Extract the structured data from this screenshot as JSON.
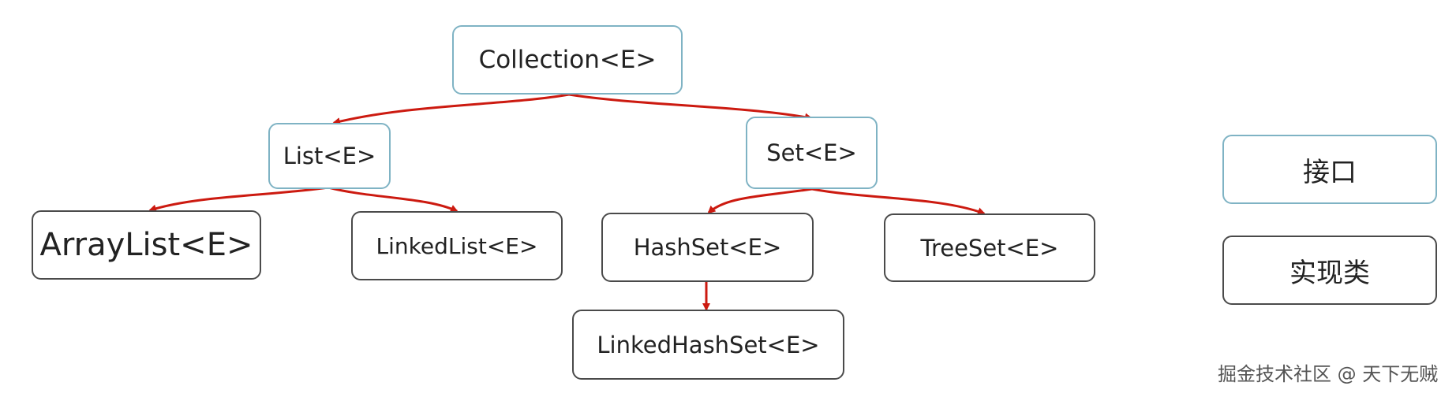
{
  "colors": {
    "interface_border": "#7fb3c4",
    "implementation_border": "#4a4a4a",
    "arrow": "#cc1a10"
  },
  "nodes": {
    "collection": "Collection<E>",
    "list": "List<E>",
    "set": "Set<E>",
    "arraylist": "ArrayList<E>",
    "linkedlist": "LinkedList<E>",
    "hashset": "HashSet<E>",
    "treeset": "TreeSet<E>",
    "linkedhashset": "LinkedHashSet<E>"
  },
  "legend": {
    "interface_label": "接口",
    "implementation_label": "实现类"
  },
  "watermark": "掘金技术社区 @ 天下无贼"
}
